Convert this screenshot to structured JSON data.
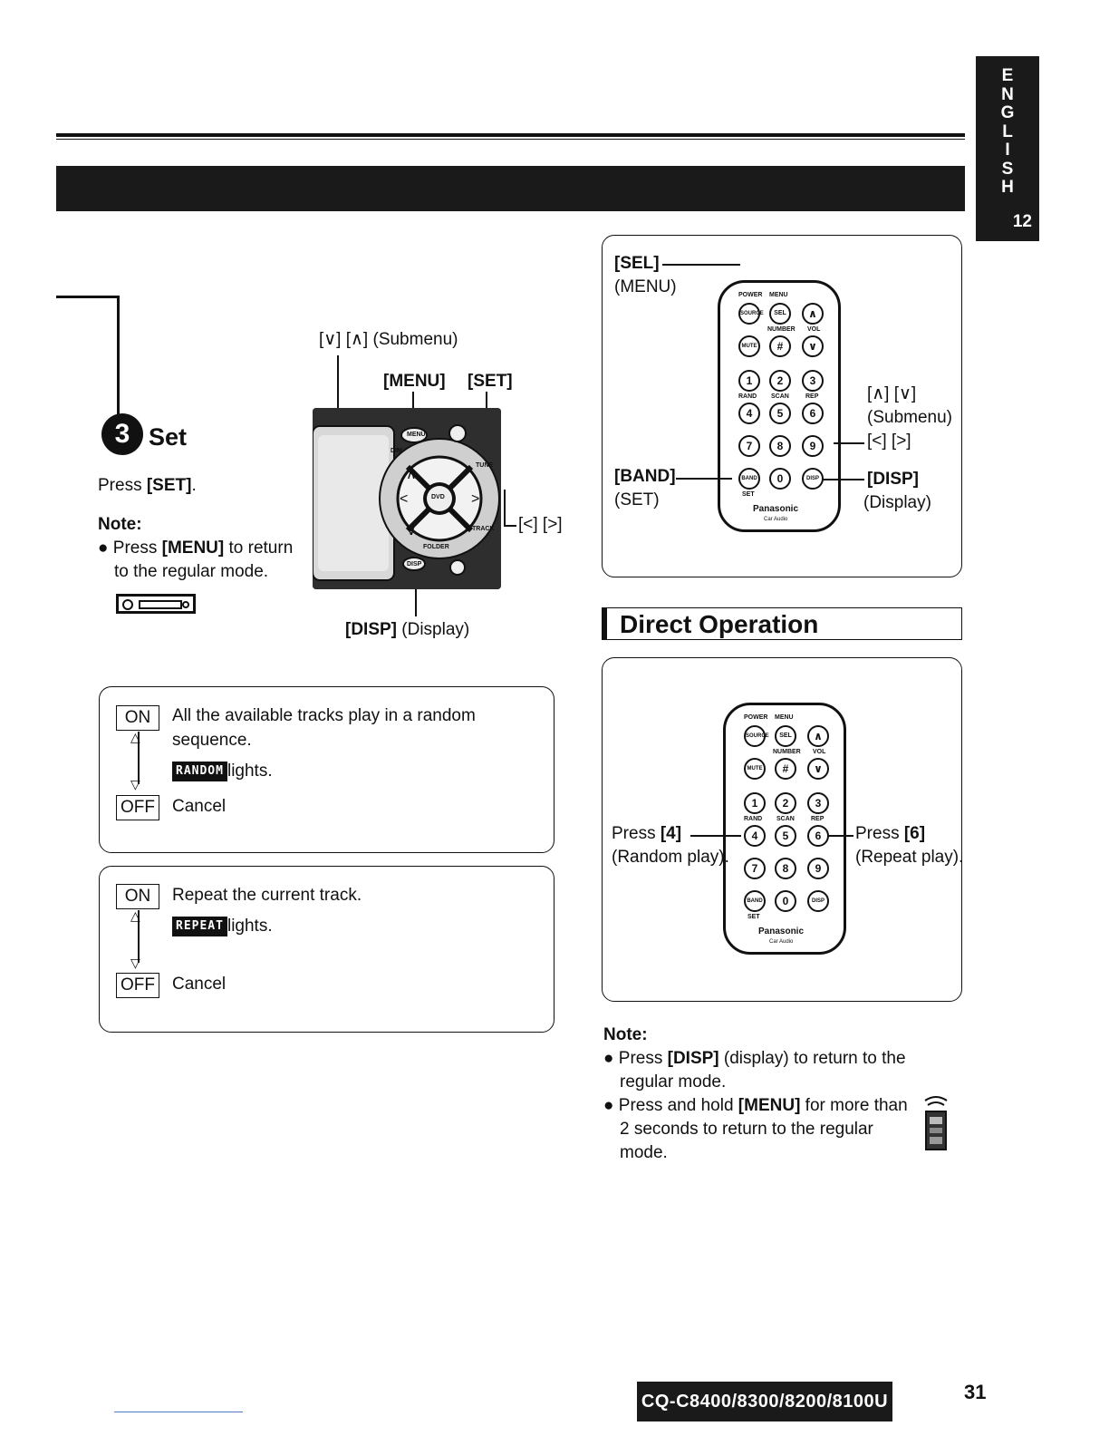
{
  "side_tab": {
    "letters": [
      "E",
      "N",
      "G",
      "L",
      "I",
      "S",
      "H"
    ],
    "number": "12"
  },
  "step": {
    "number": "3",
    "title": "Set",
    "instruction_prefix": "Press ",
    "instruction_key": "[SET]",
    "instruction_suffix": ".",
    "note_label": "Note:",
    "note_prefix": "Press ",
    "note_key": "[MENU]",
    "note_line1_suffix": " to return",
    "note_line2": "to the regular mode."
  },
  "panel_labels": {
    "submenu": "[∨] [∧] (Submenu)",
    "menu": "[MENU]",
    "set": "[SET]",
    "arrows": "[<] [>]",
    "disp_key": "[DISP]",
    "disp_desc": " (Display)"
  },
  "panel_keys": {
    "menu": "MENU",
    "dim": "DIM",
    "folder": "FOLDER",
    "disp": "DISP",
    "track": "TRACK",
    "tune": "TUNE",
    "dvd": "DVD"
  },
  "random_box": {
    "on": "ON",
    "off": "OFF",
    "line1": "All the available tracks play in a random",
    "line2": "sequence.",
    "indicator": "RANDOM",
    "lights": " lights.",
    "cancel": "Cancel"
  },
  "repeat_box": {
    "on": "ON",
    "off": "OFF",
    "line1": "Repeat the current track.",
    "indicator": "REPEAT",
    "lights": " lights.",
    "cancel": "Cancel"
  },
  "remote_top": {
    "sel_key": "[SEL]",
    "sel_desc": "(MENU)",
    "band_key": "[BAND]",
    "band_desc": "(SET)",
    "updown": "[∧] [∨]",
    "updown_desc": "(Submenu)",
    "leftright": "[<] [>]",
    "disp_key": "[DISP]",
    "disp_desc": "(Display)"
  },
  "direct": {
    "title": "Direct Operation",
    "press4_prefix": "Press ",
    "press4_key": "[4]",
    "press4_desc": "(Random play).",
    "press6_prefix": "Press ",
    "press6_key": "[6]",
    "press6_desc": "(Repeat play)."
  },
  "remote_keys": {
    "power": "POWER",
    "menu": "MENU",
    "source": "SOURCE",
    "sel": "SEL",
    "number": "NUMBER",
    "vol": "VOL",
    "mute": "MUTE",
    "rand": "RAND",
    "scan": "SCAN",
    "rep": "REP",
    "band": "BAND",
    "disp": "DISP",
    "set": "SET",
    "brand": "Panasonic",
    "sub": "Car Audio",
    "n0": "0",
    "n1": "1",
    "n2": "2",
    "n3": "3",
    "n4": "4",
    "n5": "5",
    "n6": "6",
    "n7": "7",
    "n8": "8",
    "n9": "9"
  },
  "bottom_note": {
    "label": "Note:",
    "b1_prefix": "Press ",
    "b1_key": "[DISP]",
    "b1_suffix": " (display) to return to the",
    "b1_line2": "regular mode.",
    "b2_prefix": "Press and hold ",
    "b2_key": "[MENU]",
    "b2_suffix": " for more than",
    "b2_line2": "2 seconds to return to the regular",
    "b2_line3": "mode."
  },
  "footer": {
    "model": "CQ-C8400/8300/8200/8100U",
    "page": "31"
  }
}
